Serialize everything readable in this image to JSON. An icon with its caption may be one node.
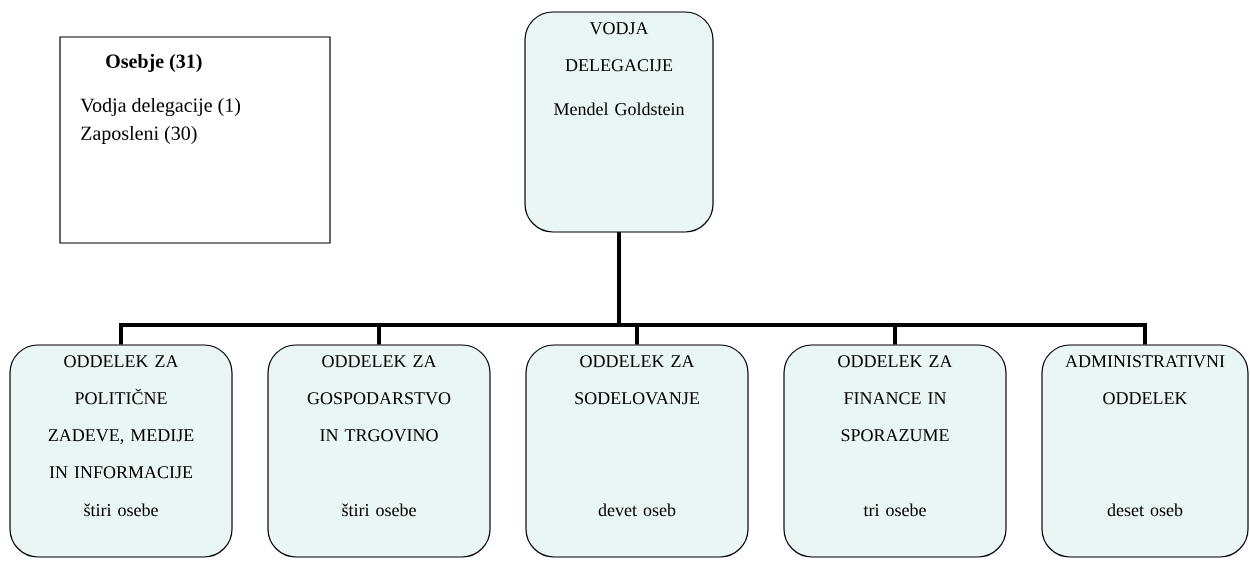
{
  "diagram": {
    "nodes": [
      {
        "text": [
          "Osebje (31)",
          "Vodja delegacije (1)",
          "Zaposleni (30)"
        ]
      },
      {
        "text": [
          "VODJA DELEGACIJE",
          "Mendel Goldstein"
        ]
      },
      {
        "text": [
          "ODDELEK ZA POLITIČNE ZADEVE, MEDIJE IN INFORMACIJE",
          "štiri osebe"
        ]
      },
      {
        "text": [
          "ODDELEK ZA GOSPODARSTVO IN TRGOVINO",
          "štiri osebe"
        ]
      },
      {
        "text": [
          "ODDELEK ZA SODELOVANJE",
          "devet oseb"
        ]
      },
      {
        "text": [
          "ODDELEK ZA FINANCE IN SPORAZUME",
          "tri osebe"
        ]
      },
      {
        "text": [
          "ADMINISTRATIVNI ODDELEK",
          "deset oseb"
        ]
      }
    ],
    "edges": [
      {
        "from": 1,
        "to": 2,
        "arrow": "none"
      },
      {
        "from": 1,
        "to": 3,
        "arrow": "none"
      },
      {
        "from": 1,
        "to": 4,
        "arrow": "none"
      },
      {
        "from": 1,
        "to": 5,
        "arrow": "none"
      },
      {
        "from": 1,
        "to": 6,
        "arrow": "none"
      }
    ]
  }
}
